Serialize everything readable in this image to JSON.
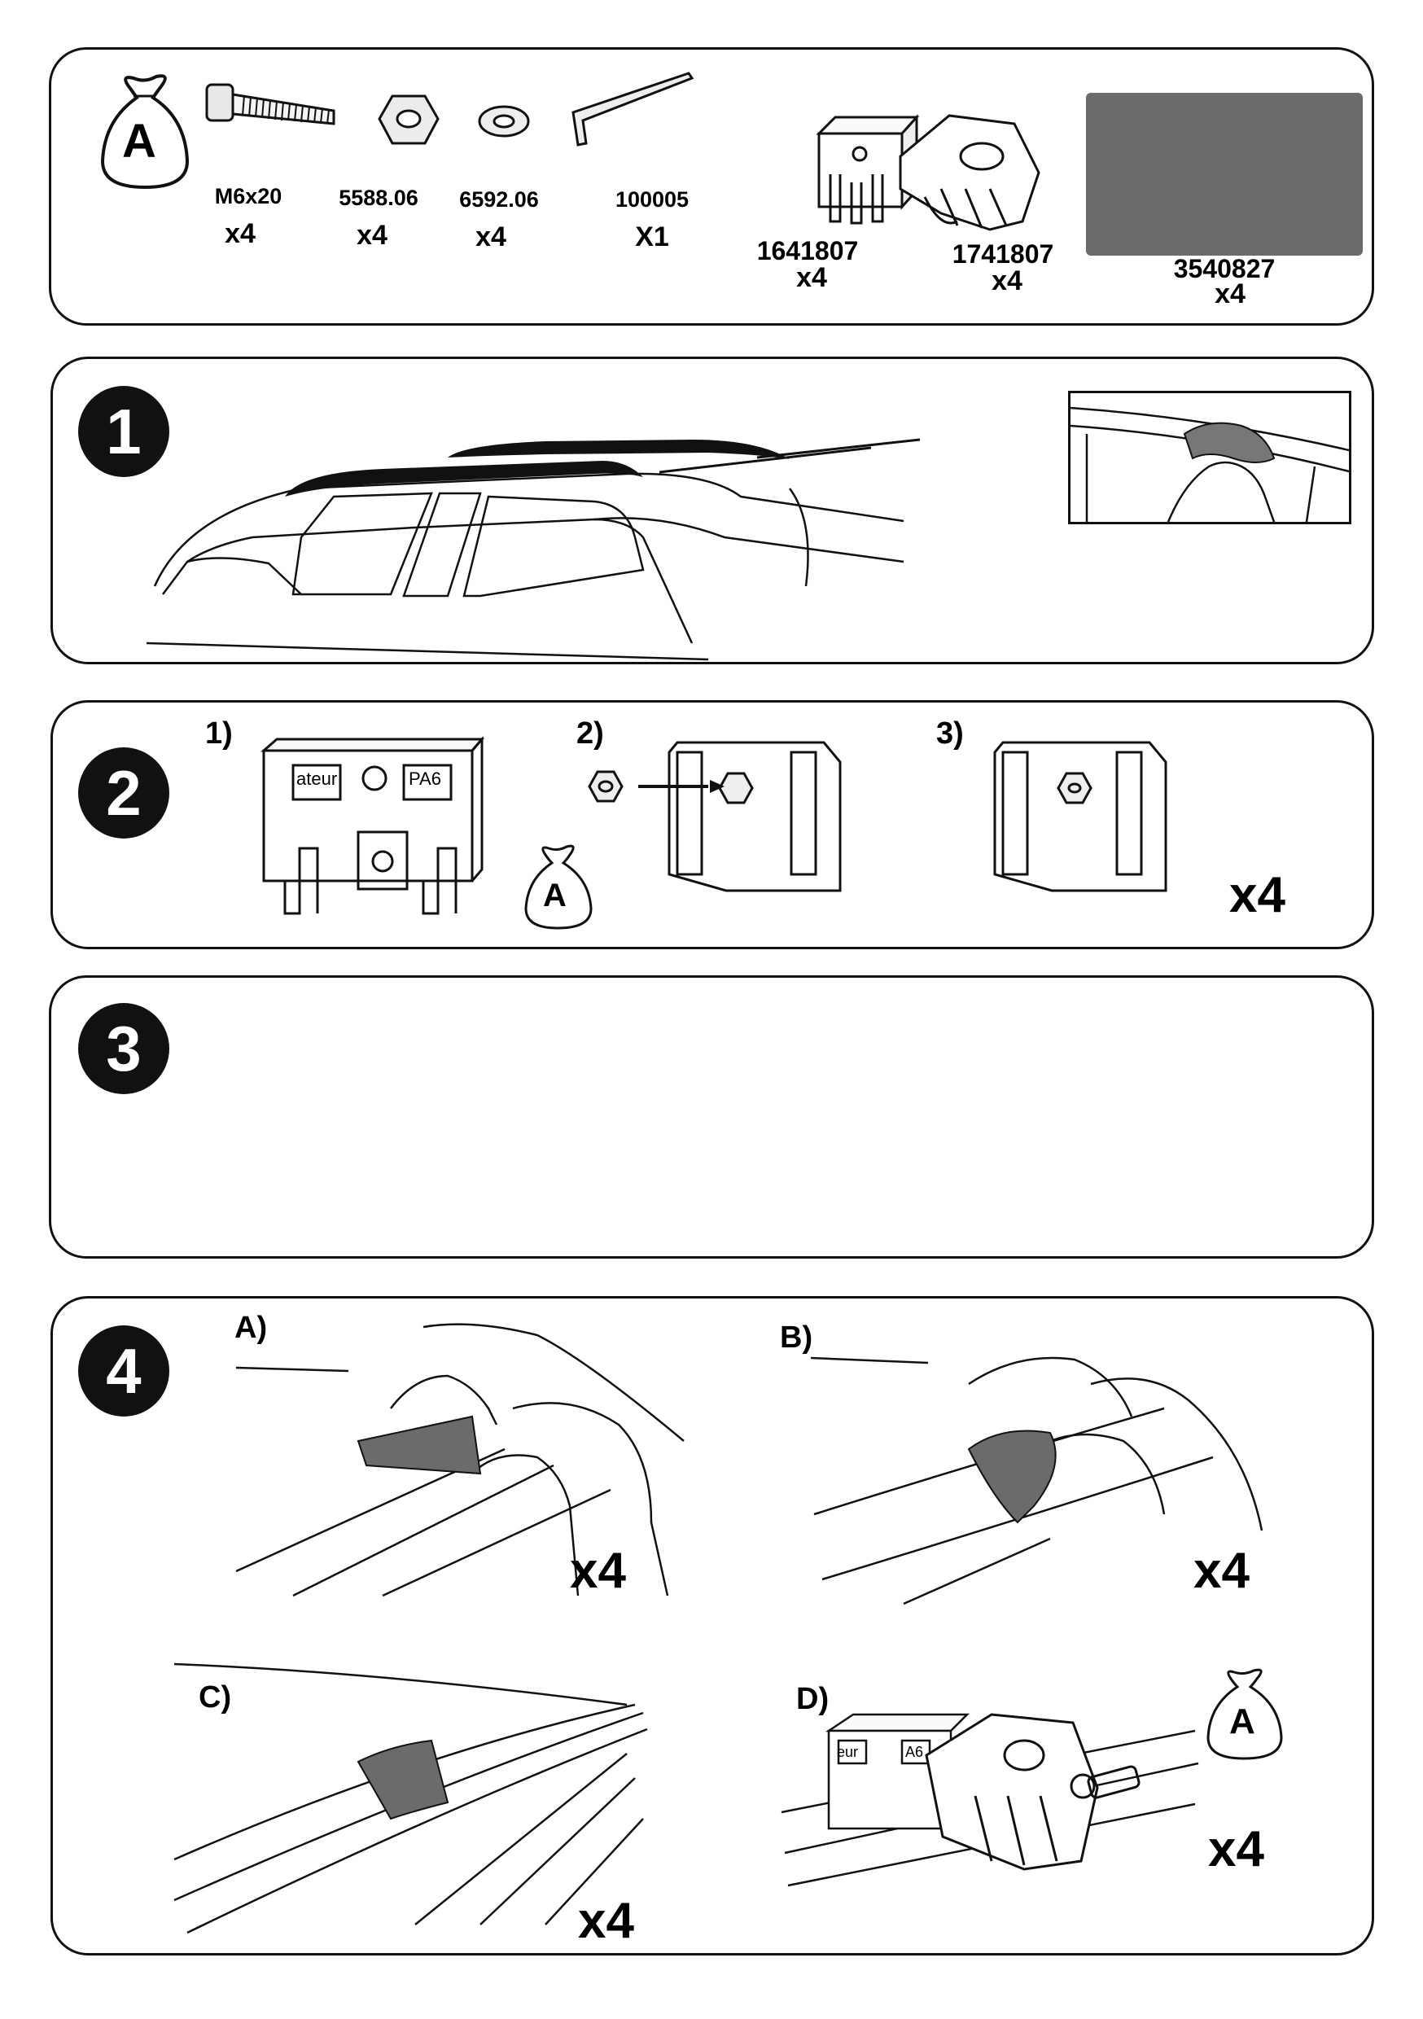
{
  "parts": {
    "bag_letter": "A",
    "items": [
      {
        "code": "M6x20",
        "qty": "x4"
      },
      {
        "code": "5588.06",
        "qty": "x4"
      },
      {
        "code": "6592.06",
        "qty": "x4"
      },
      {
        "code": "100005",
        "qty": "X1"
      },
      {
        "code": "1641807",
        "qty": "x4"
      },
      {
        "code": "1741807",
        "qty": "x4"
      },
      {
        "code": "3540827",
        "qty": "x4"
      }
    ]
  },
  "step1": {
    "number": "1"
  },
  "step2": {
    "number": "2",
    "sub": [
      "1)",
      "2)",
      "3)"
    ],
    "bag_letter": "A",
    "part_text_1": "ateur",
    "part_text_2": "PA6",
    "qty": "x4"
  },
  "step3": {
    "number": "3"
  },
  "step4": {
    "number": "4",
    "sub": [
      "A)",
      "B)",
      "C)",
      "D)"
    ],
    "qty": [
      "x4",
      "x4",
      "x4",
      "x4"
    ],
    "bag_letter": "A",
    "part_text_1": "eur",
    "part_text_2": "A6"
  },
  "colors": {
    "pad_gray": "#6b6b6b",
    "ink": "#111111",
    "background": "#ffffff"
  }
}
